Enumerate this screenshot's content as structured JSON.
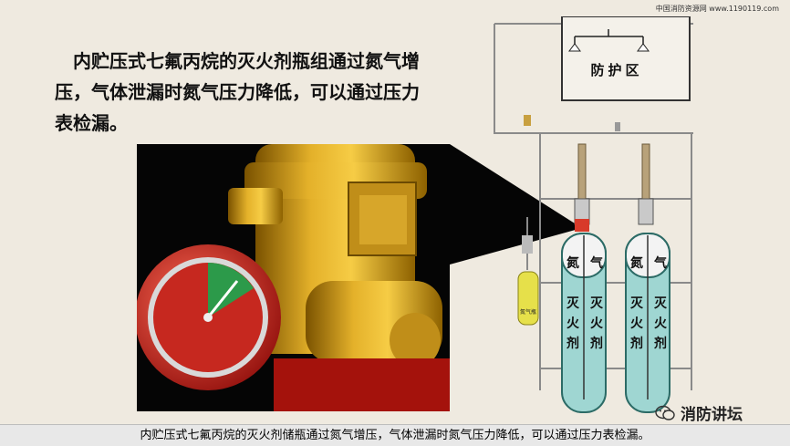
{
  "header": {
    "site_watermark": "中国消防资源网 www.1190119.com"
  },
  "main": {
    "body_text": "内贮压式七氟丙烷的灭火剂瓶组通过氮气增压，气体泄漏时氮气压力降低，可以通过压力表检漏。"
  },
  "diagram": {
    "protected_zone_label": "防护区",
    "cylinders": [
      {
        "top_labels": [
          "氮",
          "气"
        ],
        "agent_labels": [
          "灭火剂",
          "灭火剂"
        ]
      },
      {
        "top_labels": [
          "氮",
          "气"
        ],
        "agent_labels": [
          "灭火剂",
          "灭火剂"
        ]
      }
    ],
    "small_cylinder_label": "氮气瓶",
    "colors": {
      "agent": "#9fd6d2",
      "nitrogen_cylinder": "#e6e04a",
      "highlight_valve": "#d83a2a",
      "pipe": "#8a8a8a"
    }
  },
  "brand": {
    "name": "消防讲坛",
    "icon": "wechat-icon"
  },
  "subtitle": {
    "text": "内贮压式七氟丙烷的灭火剂储瓶通过氮气增压，气体泄漏时氮气压力降低，可以通过压力表检漏。"
  }
}
